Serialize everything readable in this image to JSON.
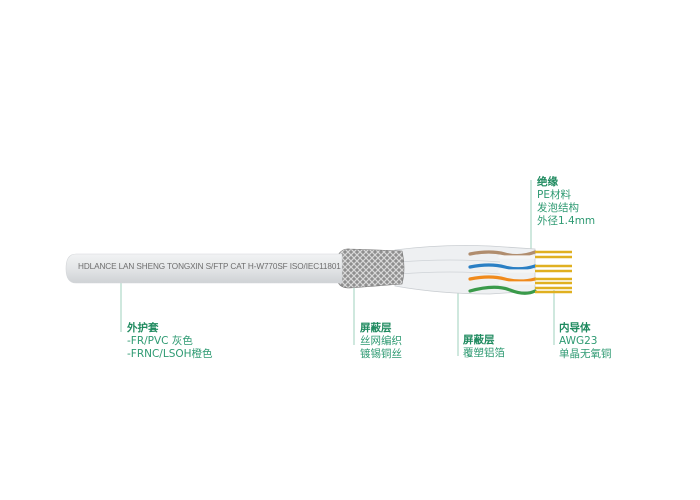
{
  "cable": {
    "print_text": "HDLANCE LAN SHENG TONGXIN S/FTP CAT H-W770SF ISO/IEC11801",
    "colors": {
      "jacket": "#e4e6e8",
      "braid": "#9a9a9a",
      "pair_brown": "#b08d6e",
      "pair_blue": "#2a7fc4",
      "pair_orange": "#f08a1c",
      "pair_green": "#3a9a4a",
      "conductor": "#e0b020",
      "label": "#2e9a72"
    }
  },
  "labels": {
    "jacket": {
      "title": "外护套",
      "lines": [
        "-FR/PVC 灰色",
        "-FRNC/LSOH橙色"
      ]
    },
    "braid": {
      "title": "屏蔽层",
      "lines": [
        "丝网编织",
        "镀锡铜丝"
      ]
    },
    "foil": {
      "title": "屏蔽层",
      "lines": [
        "覆塑铝箔"
      ]
    },
    "insulation": {
      "title": "绝缘",
      "lines": [
        "PE材料",
        "发泡结构",
        "外径1.4mm"
      ]
    },
    "conductor": {
      "title": "内导体",
      "lines": [
        "AWG23",
        "单晶无氧铜"
      ]
    }
  }
}
